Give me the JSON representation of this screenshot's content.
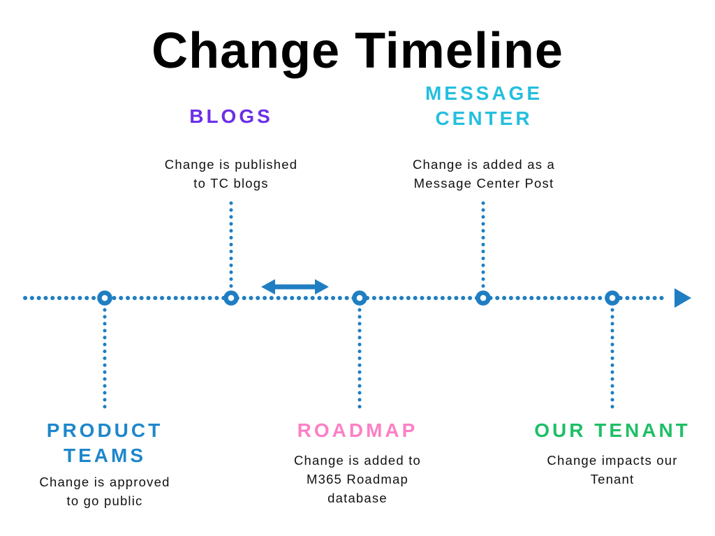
{
  "title": "Change Timeline",
  "colors": {
    "timeline": "#1F7EC2",
    "title_text": "#000000",
    "body_text": "#111111"
  },
  "stages": [
    {
      "id": "product-teams",
      "label": "PRODUCT\nTEAMS",
      "description": "Change is approved\nto go public",
      "color": "#1E87CB",
      "side": "below"
    },
    {
      "id": "blogs",
      "label": "BLOGS",
      "description": "Change is published\nto TC blogs",
      "color": "#6B2FE8",
      "side": "above"
    },
    {
      "id": "roadmap",
      "label": "ROADMAP",
      "description": "Change is added to\nM365 Roadmap\ndatabase",
      "color": "#FC80C5",
      "side": "below"
    },
    {
      "id": "message-center",
      "label": "MESSAGE\nCENTER",
      "description": "Change is added as a\nMessage Center Post",
      "color": "#24BFDE",
      "side": "above"
    },
    {
      "id": "our-tenant",
      "label": "OUR TENANT",
      "description": "Change impacts our\nTenant",
      "color": "#1FBF66",
      "side": "below"
    }
  ]
}
